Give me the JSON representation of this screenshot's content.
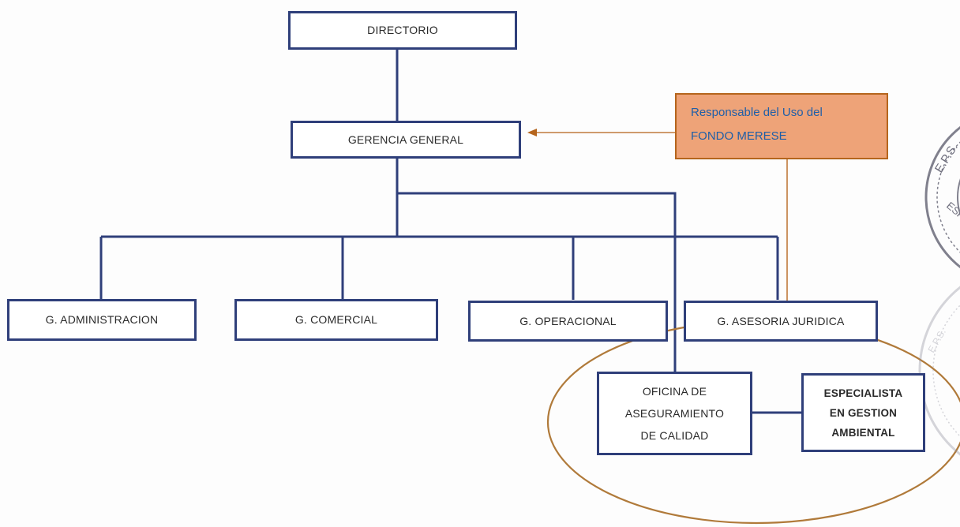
{
  "nodes": {
    "directorio": "DIRECTORIO",
    "gerencia_general": "GERENCIA GENERAL",
    "g_administracion": "G. ADMINISTRACION",
    "g_comercial": "G. COMERCIAL",
    "g_operacional": "G. OPERACIONAL",
    "g_asesoria_juridica": "G. ASESORIA JURIDICA",
    "oficina_aseguramiento": [
      "OFICINA DE",
      "ASEGURAMIENTO",
      "DE CALIDAD"
    ],
    "especialista_gestion": [
      "ESPECIALISTA",
      "EN GESTION",
      "AMBIENTAL"
    ]
  },
  "callout": {
    "lines": [
      "Responsable del Uso del",
      "FONDO MERESE"
    ]
  },
  "seal_text": {
    "top": "E.P.S.",
    "bottom": "ESPE",
    "faded": "E.P.S."
  },
  "colors": {
    "line": "#2f3f7a",
    "callout_fill": "#eea378",
    "callout_text": "#1f5fa8",
    "accent_orange": "#b5651d"
  }
}
